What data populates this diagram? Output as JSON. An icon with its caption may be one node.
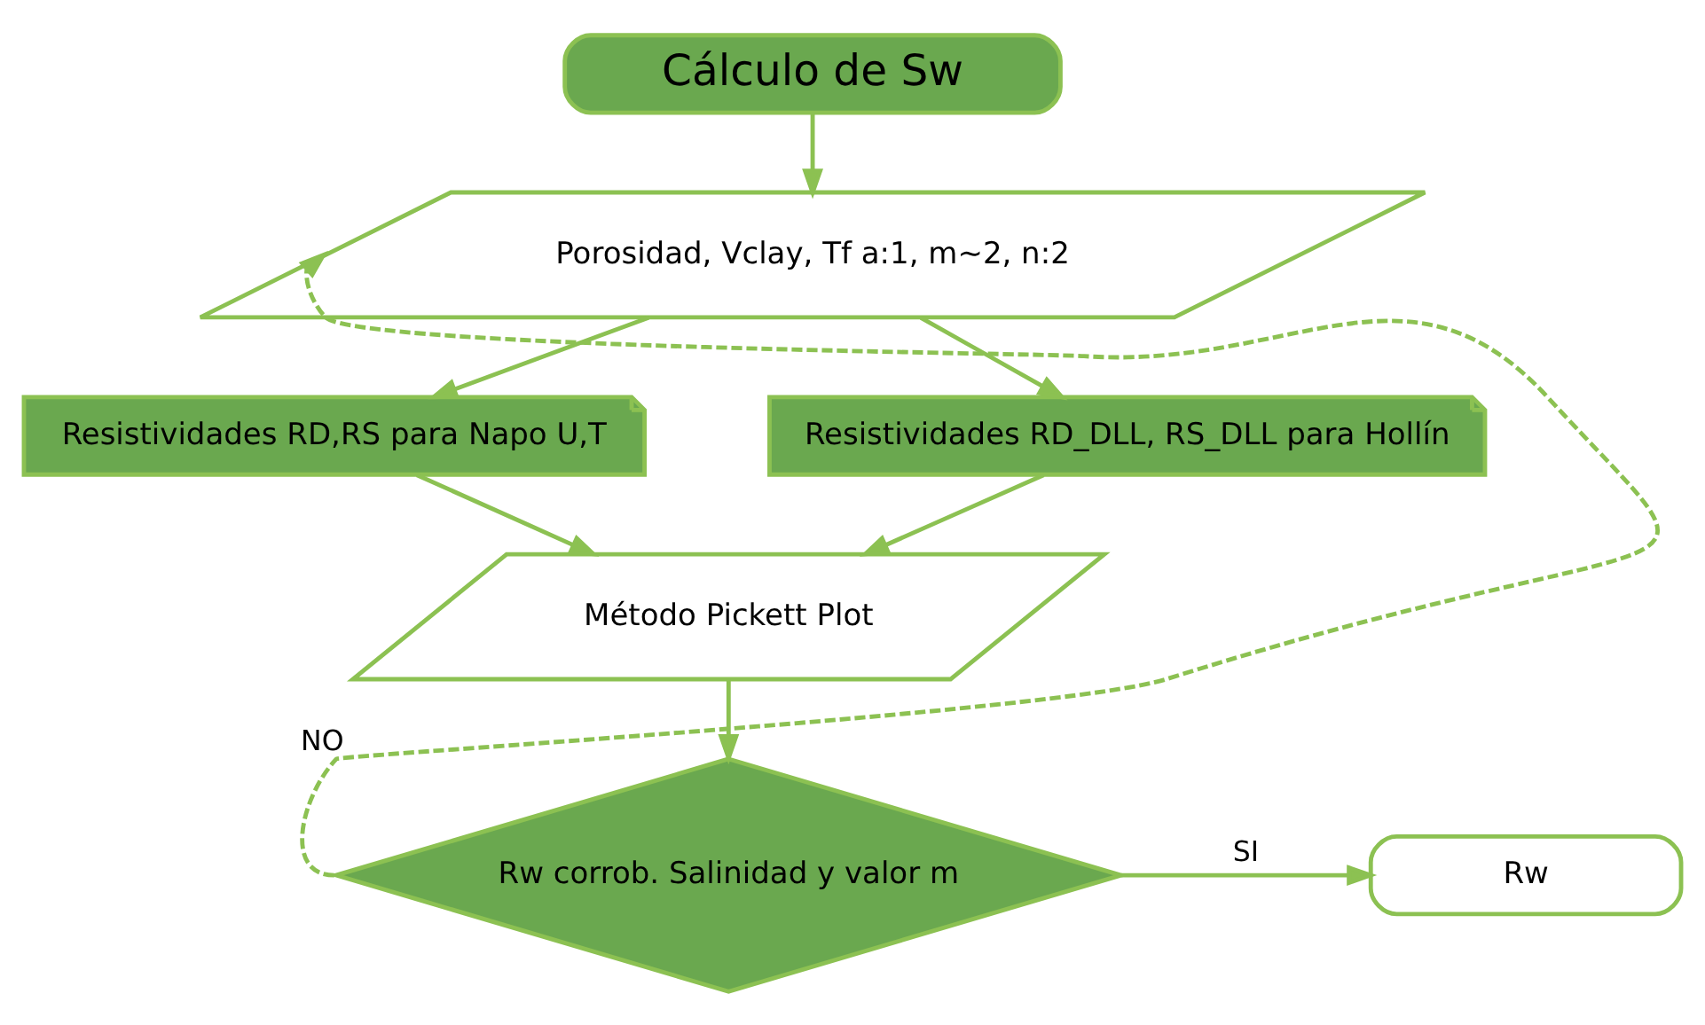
{
  "diagram": {
    "nodes": [
      {
        "text": [
          "Cálculo de Sw"
        ]
      },
      {
        "text": [
          "Porosidad, Vclay, Tf a:1, m~2, n:2"
        ]
      },
      {
        "text": [
          "Resistividades RD,RS para Napo U,T"
        ]
      },
      {
        "text": [
          "Resistividades RD_DLL, RS_DLL para Hollín"
        ]
      },
      {
        "text": [
          "Método Pickett Plot"
        ]
      },
      {
        "text": [
          "Rw corrob. Salinidad y valor m"
        ]
      },
      {
        "text": [
          "Rw"
        ]
      }
    ],
    "edges": [
      {
        "from": 0,
        "to": 1,
        "arrow": "to"
      },
      {
        "from": 1,
        "to": 2,
        "arrow": "to"
      },
      {
        "from": 1,
        "to": 3,
        "arrow": "to"
      },
      {
        "from": 2,
        "to": 4,
        "arrow": "to"
      },
      {
        "from": 3,
        "to": 4,
        "arrow": "to"
      },
      {
        "from": 4,
        "to": 5,
        "arrow": "to"
      },
      {
        "from": 5,
        "to": 6,
        "label": "SI",
        "arrow": "to"
      },
      {
        "from": 5,
        "to": 1,
        "label": "NO",
        "arrow": "to",
        "style": "dashed"
      }
    ]
  }
}
